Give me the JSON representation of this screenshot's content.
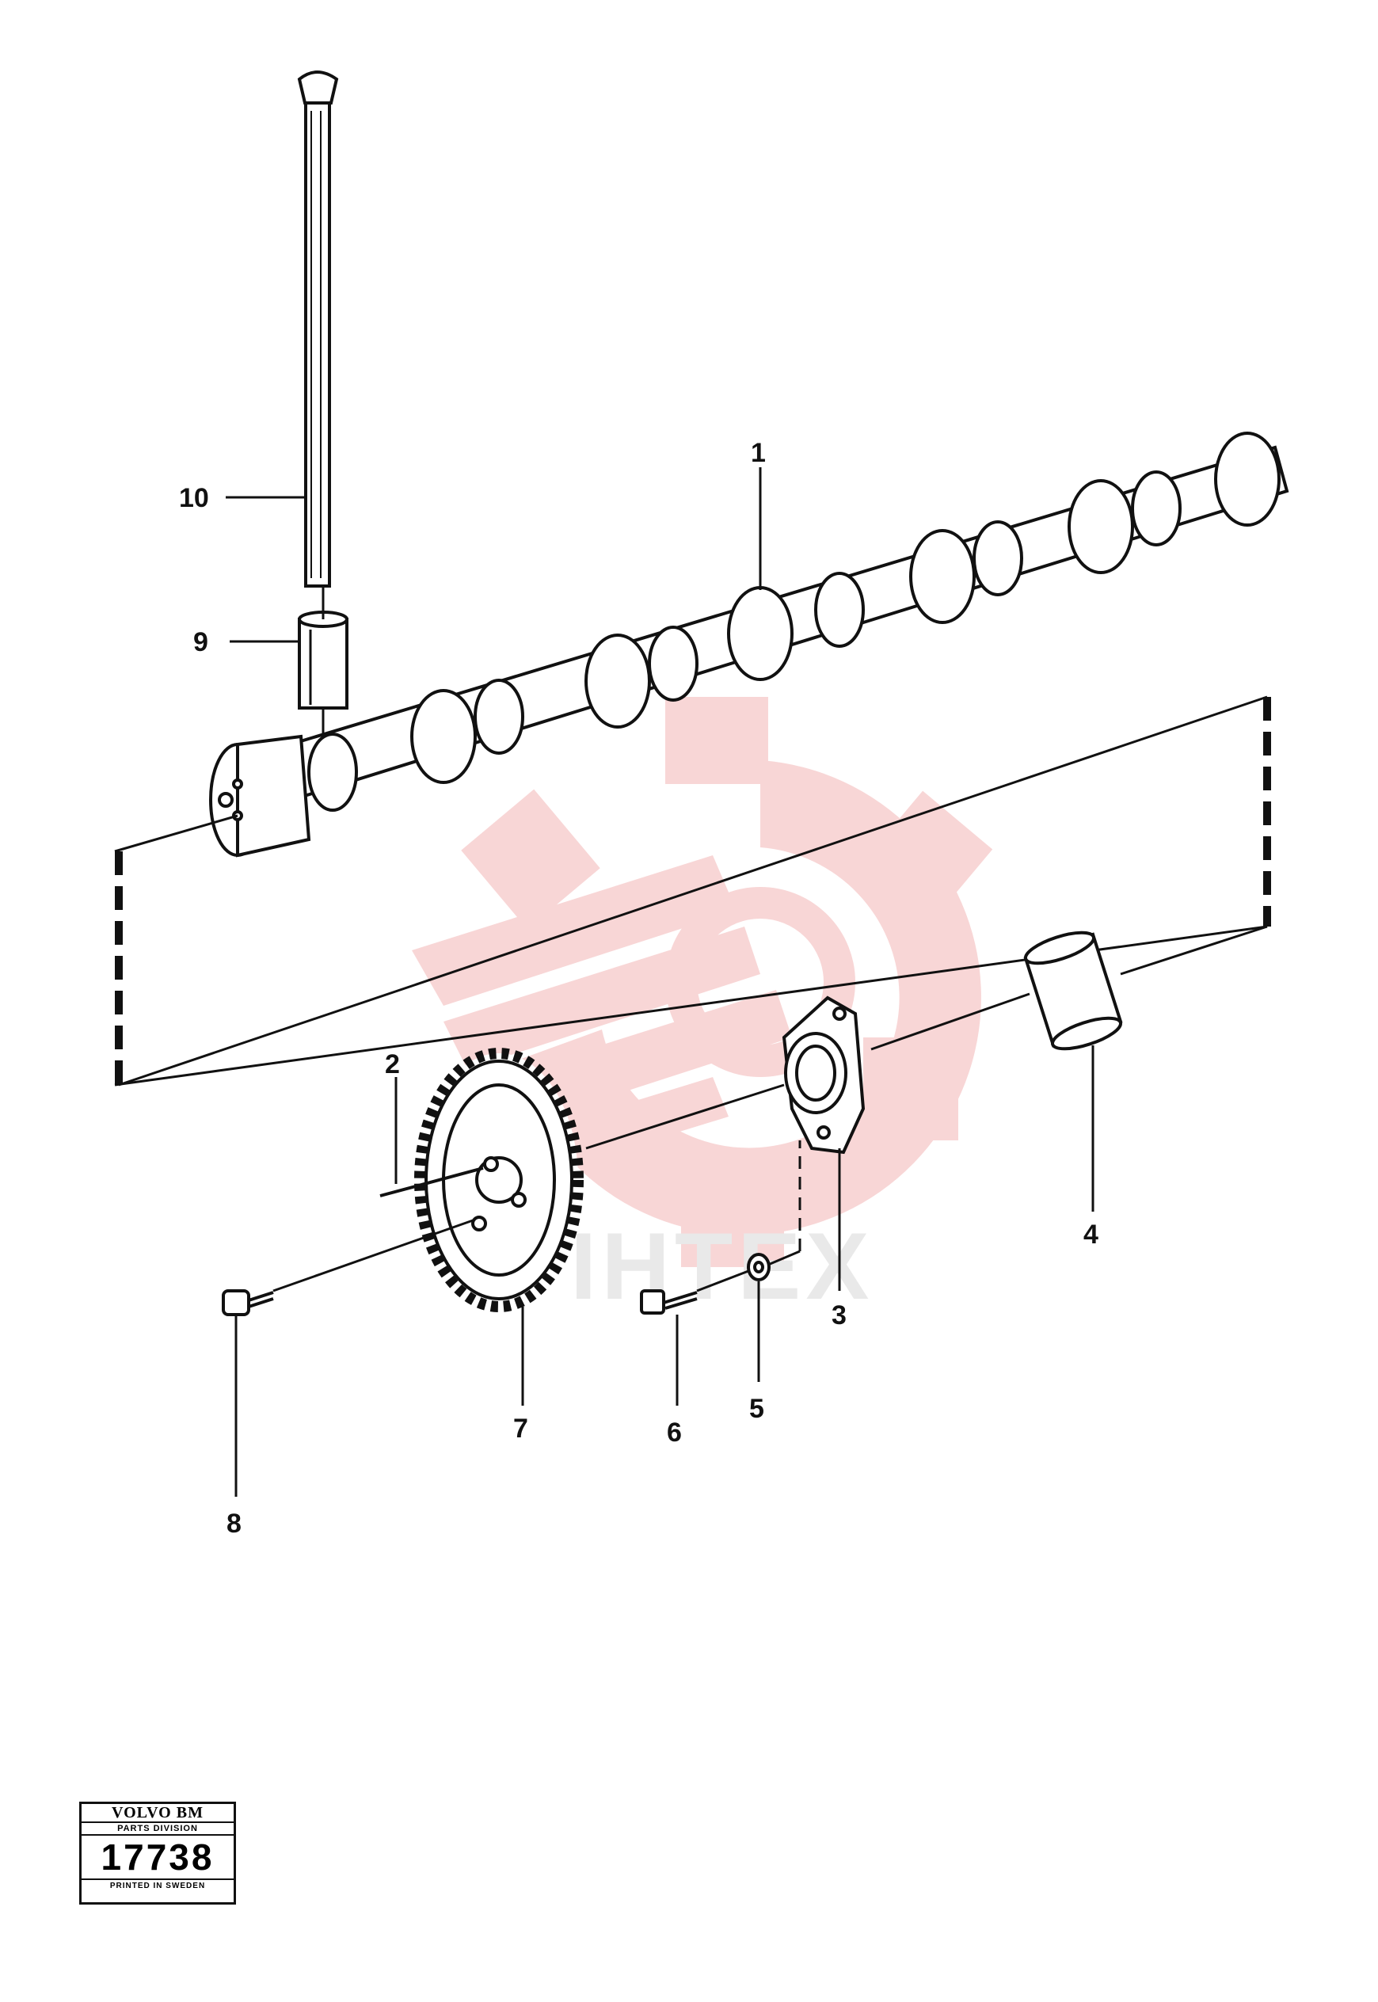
{
  "watermark": {
    "text": "IHTEX",
    "color": "#f4c9c9"
  },
  "callouts": {
    "c1": "1",
    "c2": "2",
    "c3": "3",
    "c4": "4",
    "c5": "5",
    "c6": "6",
    "c7": "7",
    "c8": "8",
    "c9": "9",
    "c10": "10"
  },
  "stamp": {
    "brand": "VOLVO BM",
    "division": "PARTS DIVISION",
    "number": "17738",
    "printed": "PRINTED IN SWEDEN"
  },
  "icons": [
    "gear-watermark-icon"
  ]
}
